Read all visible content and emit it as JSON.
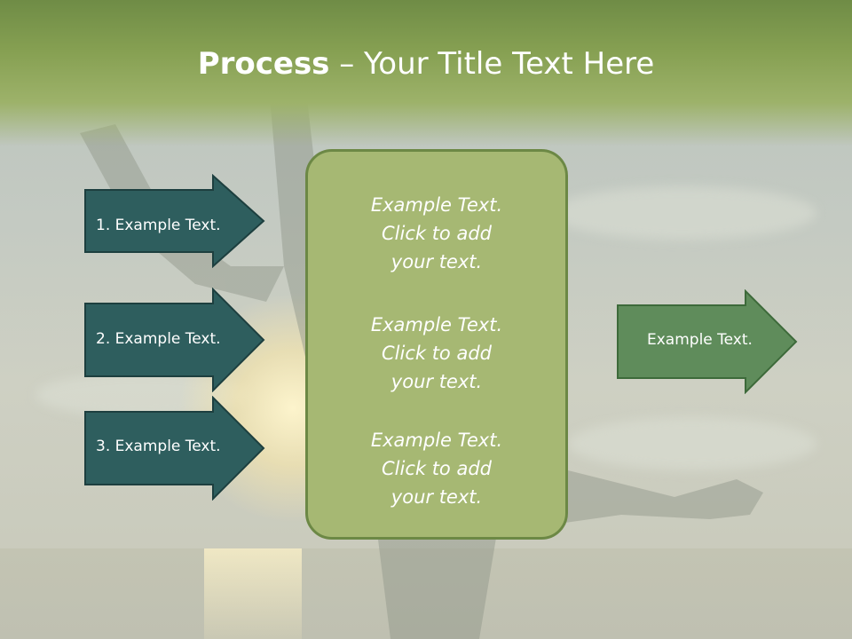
{
  "slide": {
    "title_bold": "Process",
    "title_rest": " – Your Title Text Here"
  },
  "left_arrows": [
    {
      "label": "1. Example Text."
    },
    {
      "label": "2. Example Text."
    },
    {
      "label": "3. Example Text."
    }
  ],
  "center_box": {
    "items": [
      {
        "line1": "Example Text.",
        "line2": "Click  to add",
        "line3": "your text."
      },
      {
        "line1": "Example Text.",
        "line2": "Click  to add",
        "line3": "your text."
      },
      {
        "line1": "Example Text.",
        "line2": "Click  to add",
        "line3": "your text."
      }
    ]
  },
  "right_arrow": {
    "label": "Example Text."
  },
  "colors": {
    "left_arrow_fill": "#2e5e5e",
    "left_arrow_stroke": "#1d3f3f",
    "center_fill": "#a6b873",
    "center_stroke": "#6c8845",
    "right_arrow_fill": "#5f8c5b",
    "right_arrow_stroke": "#3d6a3a"
  }
}
